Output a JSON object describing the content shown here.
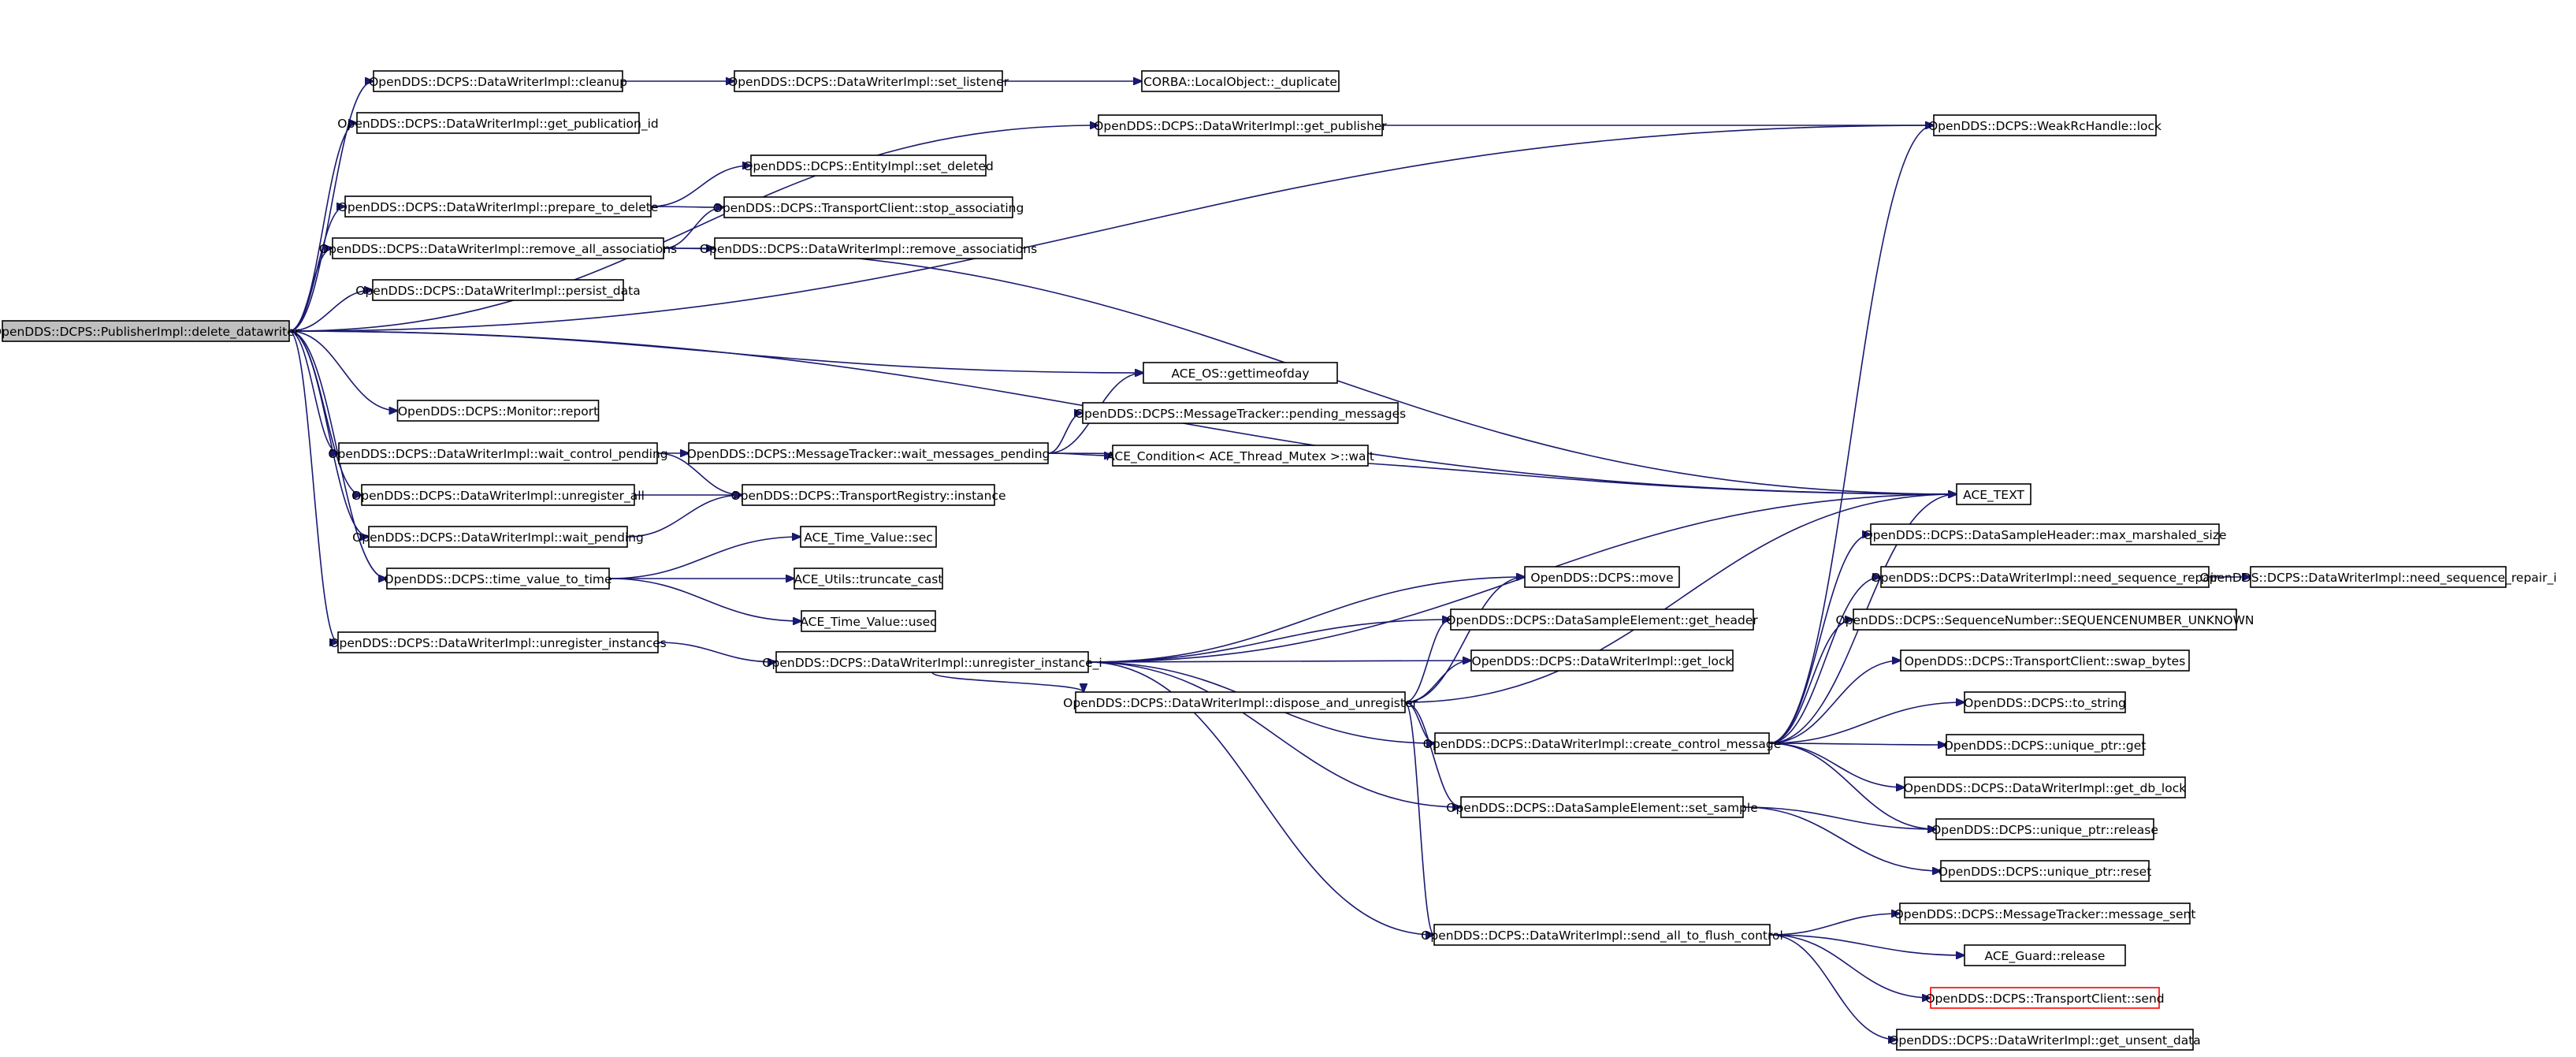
{
  "colors": {
    "edge": "#191970",
    "root_fill": "#bfbfbf",
    "node_border": "#000000",
    "truncated_border": "#ff0000"
  },
  "nodes": [
    {
      "id": "root",
      "label": "OpenDDS::DCPS::PublisherImpl::delete_datawriter",
      "root": true
    },
    {
      "id": "cleanup",
      "label": "OpenDDS::DCPS::DataWriterImpl::cleanup"
    },
    {
      "id": "get_pub_id",
      "label": "OpenDDS::DCPS::DataWriterImpl::get_publication_id"
    },
    {
      "id": "prepare",
      "label": "OpenDDS::DCPS::DataWriterImpl::prepare_to_delete"
    },
    {
      "id": "remove_all",
      "label": "OpenDDS::DCPS::DataWriterImpl::remove_all_associations"
    },
    {
      "id": "persist",
      "label": "OpenDDS::DCPS::DataWriterImpl::persist_data"
    },
    {
      "id": "report",
      "label": "OpenDDS::DCPS::Monitor::report"
    },
    {
      "id": "wait_ctrl",
      "label": "OpenDDS::DCPS::DataWriterImpl::wait_control_pending"
    },
    {
      "id": "unreg_all",
      "label": "OpenDDS::DCPS::DataWriterImpl::unregister_all"
    },
    {
      "id": "wait_pending",
      "label": "OpenDDS::DCPS::DataWriterImpl::wait_pending"
    },
    {
      "id": "tv2t",
      "label": "OpenDDS::DCPS::time_value_to_time"
    },
    {
      "id": "unreg_inst",
      "label": "OpenDDS::DCPS::DataWriterImpl::unregister_instances"
    },
    {
      "id": "set_listener",
      "label": "OpenDDS::DCPS::DataWriterImpl::set_listener"
    },
    {
      "id": "dup",
      "label": "CORBA::LocalObject::_duplicate"
    },
    {
      "id": "get_publisher",
      "label": "OpenDDS::DCPS::DataWriterImpl::get_publisher"
    },
    {
      "id": "lock",
      "label": "OpenDDS::DCPS::WeakRcHandle::lock"
    },
    {
      "id": "set_deleted",
      "label": "OpenDDS::DCPS::EntityImpl::set_deleted"
    },
    {
      "id": "stop_assoc",
      "label": "OpenDDS::DCPS::TransportClient::stop_associating"
    },
    {
      "id": "remove_assoc",
      "label": "OpenDDS::DCPS::DataWriterImpl::remove_associations"
    },
    {
      "id": "gettimeofday",
      "label": "ACE_OS::gettimeofday"
    },
    {
      "id": "pending_msgs",
      "label": "OpenDDS::DCPS::MessageTracker::pending_messages"
    },
    {
      "id": "wait_msgs",
      "label": "OpenDDS::DCPS::MessageTracker::wait_messages_pending"
    },
    {
      "id": "cond_wait",
      "label": "ACE_Condition< ACE_Thread_Mutex >::wait"
    },
    {
      "id": "ace_text",
      "label": "ACE_TEXT"
    },
    {
      "id": "tr_instance",
      "label": "OpenDDS::DCPS::TransportRegistry::instance"
    },
    {
      "id": "tv_sec",
      "label": "ACE_Time_Value::sec"
    },
    {
      "id": "trunc_cast",
      "label": "ACE_Utils::truncate_cast"
    },
    {
      "id": "tv_usec",
      "label": "ACE_Time_Value::usec"
    },
    {
      "id": "unreg_inst_i",
      "label": "OpenDDS::DCPS::DataWriterImpl::unregister_instance_i"
    },
    {
      "id": "move",
      "label": "OpenDDS::DCPS::move"
    },
    {
      "id": "get_header",
      "label": "OpenDDS::DCPS::DataSampleElement::get_header"
    },
    {
      "id": "get_lock",
      "label": "OpenDDS::DCPS::DataWriterImpl::get_lock"
    },
    {
      "id": "dispose_unreg",
      "label": "OpenDDS::DCPS::DataWriterImpl::dispose_and_unregister"
    },
    {
      "id": "create_ctrl",
      "label": "OpenDDS::DCPS::DataWriterImpl::create_control_message"
    },
    {
      "id": "set_sample",
      "label": "OpenDDS::DCPS::DataSampleElement::set_sample"
    },
    {
      "id": "send_flush",
      "label": "OpenDDS::DCPS::DataWriterImpl::send_all_to_flush_control"
    },
    {
      "id": "max_marshaled",
      "label": "OpenDDS::DCPS::DataSampleHeader::max_marshaled_size"
    },
    {
      "id": "need_seq",
      "label": "OpenDDS::DCPS::DataWriterImpl::need_sequence_repair"
    },
    {
      "id": "need_seq_i",
      "label": "OpenDDS::DCPS::DataWriterImpl::need_sequence_repair_i"
    },
    {
      "id": "seq_unknown",
      "label": "OpenDDS::DCPS::SequenceNumber::SEQUENCENUMBER_UNKNOWN"
    },
    {
      "id": "swap_bytes",
      "label": "OpenDDS::DCPS::TransportClient::swap_bytes"
    },
    {
      "id": "to_string",
      "label": "OpenDDS::DCPS::to_string"
    },
    {
      "id": "uptr_get",
      "label": "OpenDDS::DCPS::unique_ptr::get"
    },
    {
      "id": "get_db_lock",
      "label": "OpenDDS::DCPS::DataWriterImpl::get_db_lock"
    },
    {
      "id": "uptr_release",
      "label": "OpenDDS::DCPS::unique_ptr::release"
    },
    {
      "id": "uptr_reset",
      "label": "OpenDDS::DCPS::unique_ptr::reset"
    },
    {
      "id": "msg_sent",
      "label": "OpenDDS::DCPS::MessageTracker::message_sent"
    },
    {
      "id": "guard_release",
      "label": "ACE_Guard::release"
    },
    {
      "id": "tc_send",
      "label": "OpenDDS::DCPS::TransportClient::send",
      "truncated": true
    },
    {
      "id": "get_unsent",
      "label": "OpenDDS::DCPS::DataWriterImpl::get_unsent_data"
    }
  ],
  "edges": [
    [
      "root",
      "cleanup"
    ],
    [
      "root",
      "get_pub_id"
    ],
    [
      "root",
      "prepare"
    ],
    [
      "root",
      "remove_all"
    ],
    [
      "root",
      "persist"
    ],
    [
      "root",
      "report"
    ],
    [
      "root",
      "wait_ctrl"
    ],
    [
      "root",
      "unreg_all"
    ],
    [
      "root",
      "wait_pending"
    ],
    [
      "root",
      "tv2t"
    ],
    [
      "root",
      "unreg_inst"
    ],
    [
      "root",
      "get_publisher"
    ],
    [
      "root",
      "lock"
    ],
    [
      "root",
      "gettimeofday"
    ],
    [
      "root",
      "ace_text"
    ],
    [
      "cleanup",
      "set_listener"
    ],
    [
      "set_listener",
      "dup"
    ],
    [
      "get_publisher",
      "lock"
    ],
    [
      "prepare",
      "set_deleted"
    ],
    [
      "prepare",
      "stop_assoc"
    ],
    [
      "remove_all",
      "stop_assoc"
    ],
    [
      "remove_all",
      "remove_assoc"
    ],
    [
      "remove_all",
      "ace_text"
    ],
    [
      "wait_ctrl",
      "wait_msgs"
    ],
    [
      "wait_ctrl",
      "tr_instance"
    ],
    [
      "wait_msgs",
      "gettimeofday"
    ],
    [
      "wait_msgs",
      "pending_msgs"
    ],
    [
      "wait_msgs",
      "cond_wait"
    ],
    [
      "wait_msgs",
      "ace_text"
    ],
    [
      "unreg_all",
      "tr_instance"
    ],
    [
      "wait_pending",
      "tr_instance"
    ],
    [
      "tv2t",
      "tv_sec"
    ],
    [
      "tv2t",
      "trunc_cast"
    ],
    [
      "tv2t",
      "tv_usec"
    ],
    [
      "unreg_inst",
      "unreg_inst_i"
    ],
    [
      "unreg_inst_i",
      "ace_text"
    ],
    [
      "unreg_inst_i",
      "move"
    ],
    [
      "unreg_inst_i",
      "get_header"
    ],
    [
      "unreg_inst_i",
      "get_lock"
    ],
    [
      "unreg_inst_i",
      "dispose_unreg"
    ],
    [
      "unreg_inst_i",
      "create_ctrl"
    ],
    [
      "unreg_inst_i",
      "set_sample"
    ],
    [
      "unreg_inst_i",
      "send_flush"
    ],
    [
      "dispose_unreg",
      "move"
    ],
    [
      "dispose_unreg",
      "get_header"
    ],
    [
      "dispose_unreg",
      "get_lock"
    ],
    [
      "dispose_unreg",
      "ace_text"
    ],
    [
      "dispose_unreg",
      "create_ctrl"
    ],
    [
      "dispose_unreg",
      "set_sample"
    ],
    [
      "dispose_unreg",
      "send_flush"
    ],
    [
      "create_ctrl",
      "lock"
    ],
    [
      "create_ctrl",
      "ace_text"
    ],
    [
      "create_ctrl",
      "max_marshaled"
    ],
    [
      "create_ctrl",
      "need_seq"
    ],
    [
      "create_ctrl",
      "seq_unknown"
    ],
    [
      "create_ctrl",
      "swap_bytes"
    ],
    [
      "create_ctrl",
      "to_string"
    ],
    [
      "create_ctrl",
      "uptr_get"
    ],
    [
      "create_ctrl",
      "get_db_lock"
    ],
    [
      "create_ctrl",
      "uptr_release"
    ],
    [
      "need_seq",
      "need_seq_i"
    ],
    [
      "set_sample",
      "uptr_release"
    ],
    [
      "set_sample",
      "uptr_reset"
    ],
    [
      "send_flush",
      "msg_sent"
    ],
    [
      "send_flush",
      "guard_release"
    ],
    [
      "send_flush",
      "tc_send"
    ],
    [
      "send_flush",
      "get_unsent"
    ]
  ]
}
